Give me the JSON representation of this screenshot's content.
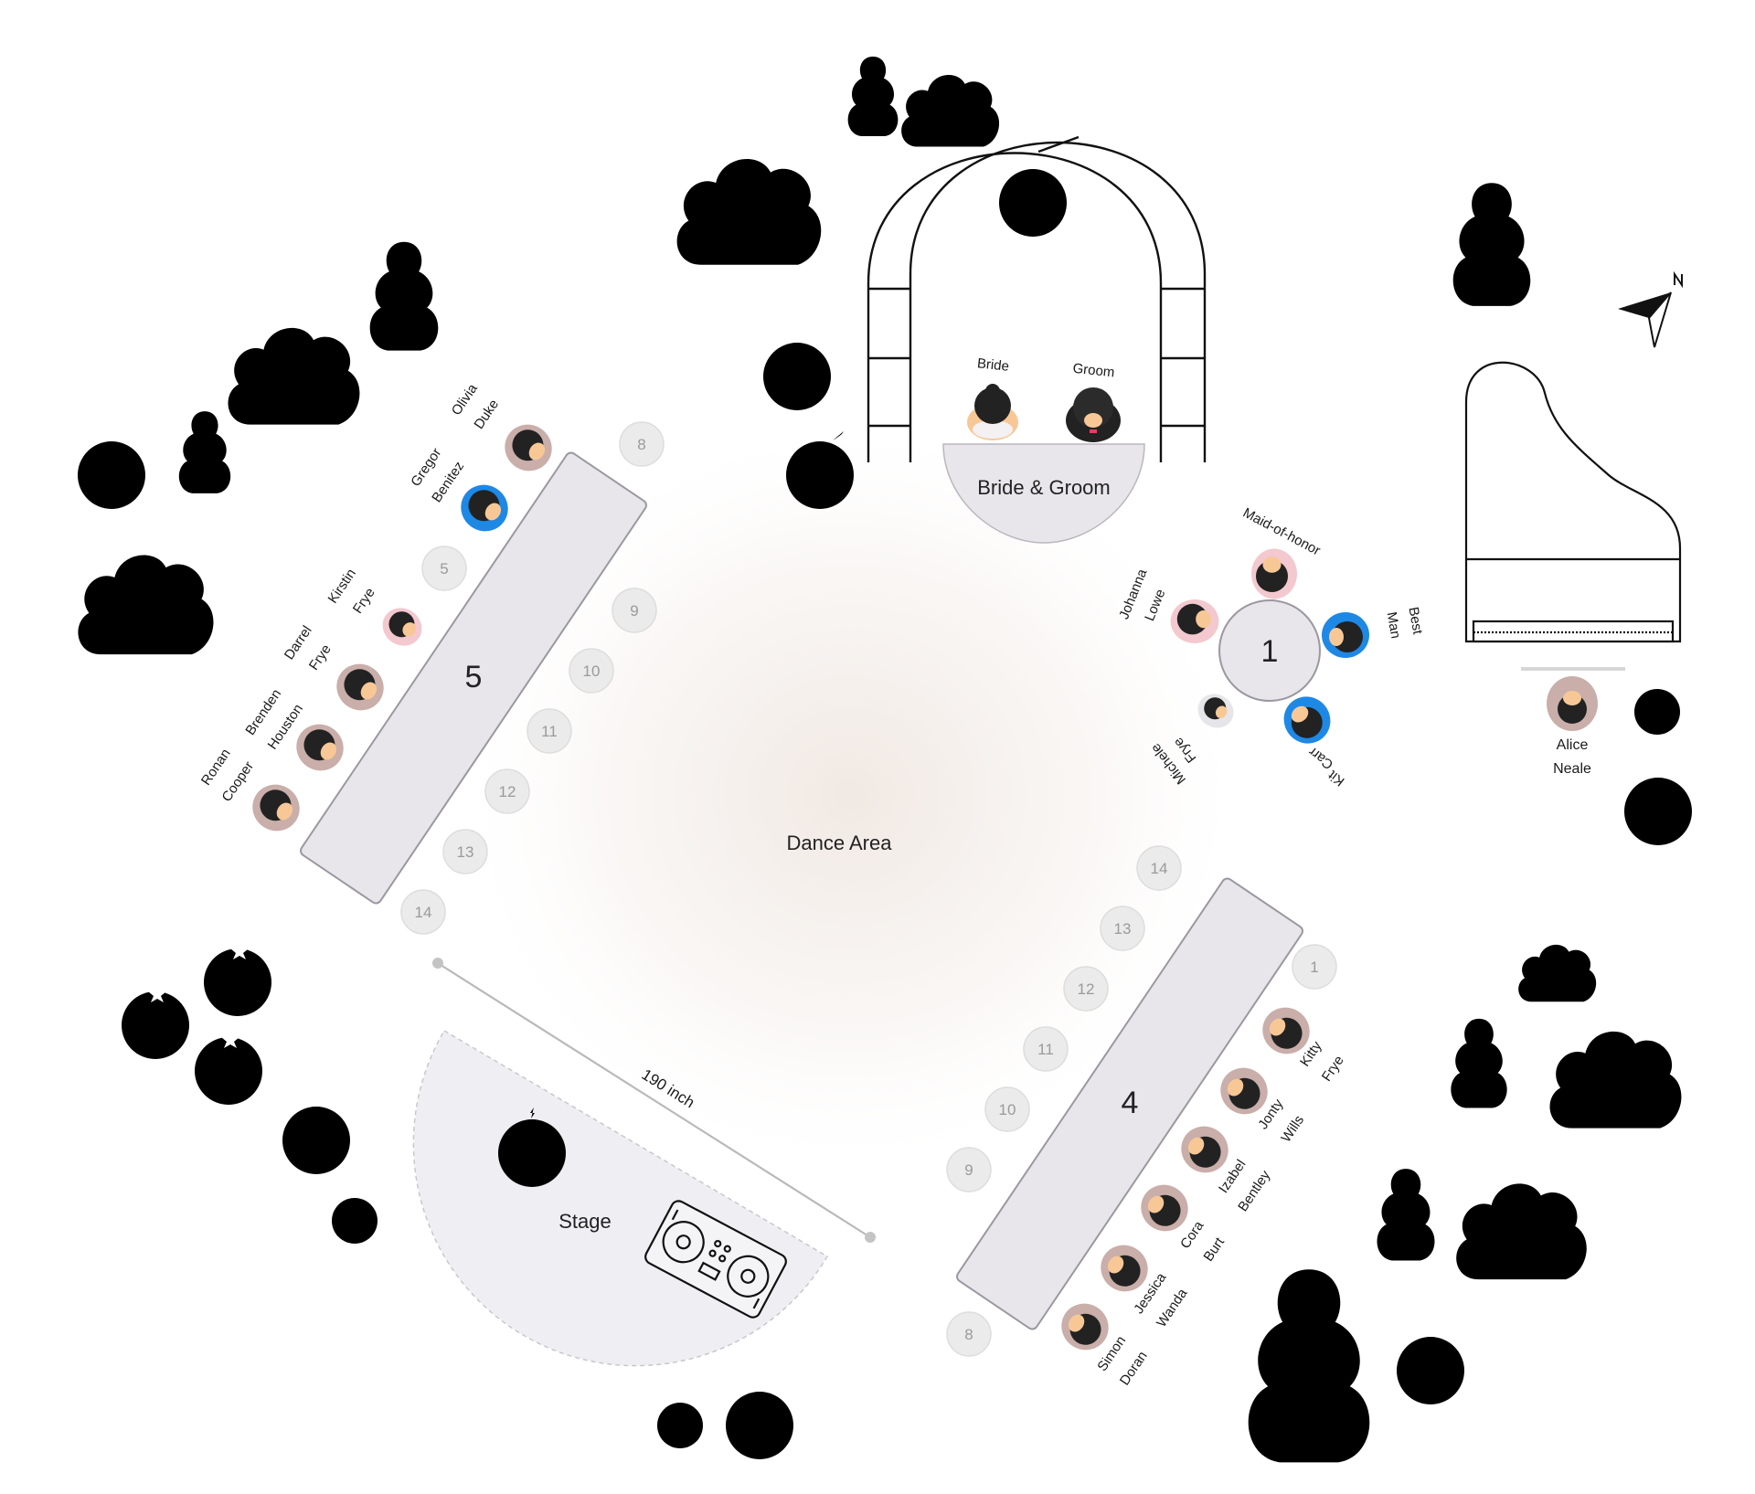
{
  "dance_area_label": "Dance Area",
  "stage_label": "Stage",
  "measurement_label": "190 inch",
  "bride_groom": {
    "table_label": "Bride & Groom",
    "bride_label": "Bride",
    "groom_label": "Groom"
  },
  "round_table": {
    "number": "1",
    "guests": {
      "maid": "Maid-of-honor",
      "best_l1": "Best",
      "best_l2": "Man",
      "johanna_l1": "Johanna",
      "johanna_l2": "Lowe",
      "michele_l1": "Michele",
      "michele_l2": "Frye",
      "kit_l1": "Kit",
      "kit_l2": "Carr"
    }
  },
  "table5": {
    "number": "5",
    "guests": [
      {
        "first": "Olivia",
        "last": "Duke"
      },
      {
        "first": "Gregor",
        "last": "Benitez"
      },
      {
        "first": "Kirstin",
        "last": "Frye"
      },
      {
        "first": "Darrel",
        "last": "Frye"
      },
      {
        "first": "Brenden",
        "last": "Houston"
      },
      {
        "first": "Ronan",
        "last": "Cooper"
      }
    ],
    "empty_seats": [
      "8",
      "5",
      "9",
      "10",
      "11",
      "12",
      "13",
      "14"
    ]
  },
  "table4": {
    "number": "4",
    "guests": [
      {
        "first": "Kitty",
        "last": "Frye"
      },
      {
        "first": "Jonty",
        "last": "Wills"
      },
      {
        "first": "Izabel",
        "last": "Bentley"
      },
      {
        "first": "Cora",
        "last": "Burt"
      },
      {
        "first": "Jessica",
        "last": "Wanda"
      },
      {
        "first": "Simon",
        "last": "Doran"
      }
    ],
    "empty_seats": [
      "14",
      "13",
      "1",
      "12",
      "11",
      "10",
      "9",
      "8"
    ]
  },
  "pianist": {
    "first": "Alice",
    "last": "Neale"
  },
  "icons": [
    "lightbulb-icon",
    "gift-icon",
    "cake-icon",
    "compass-icon",
    "power-plug-icon",
    "speaker-icon",
    "firework-icon",
    "microphone-icon",
    "dj-console-icon",
    "piano-icon",
    "tree-icon"
  ],
  "colors": {
    "table_fill": "#e8e6ea",
    "stage_fill": "#efeef2",
    "seat_fill": "#e9e9e9",
    "guest_blue": "#1e88e5",
    "guest_pink": "#f3c8cf",
    "guest_taupe": "#c8aca8",
    "skin": "#f7c896",
    "hair": "#222222"
  }
}
